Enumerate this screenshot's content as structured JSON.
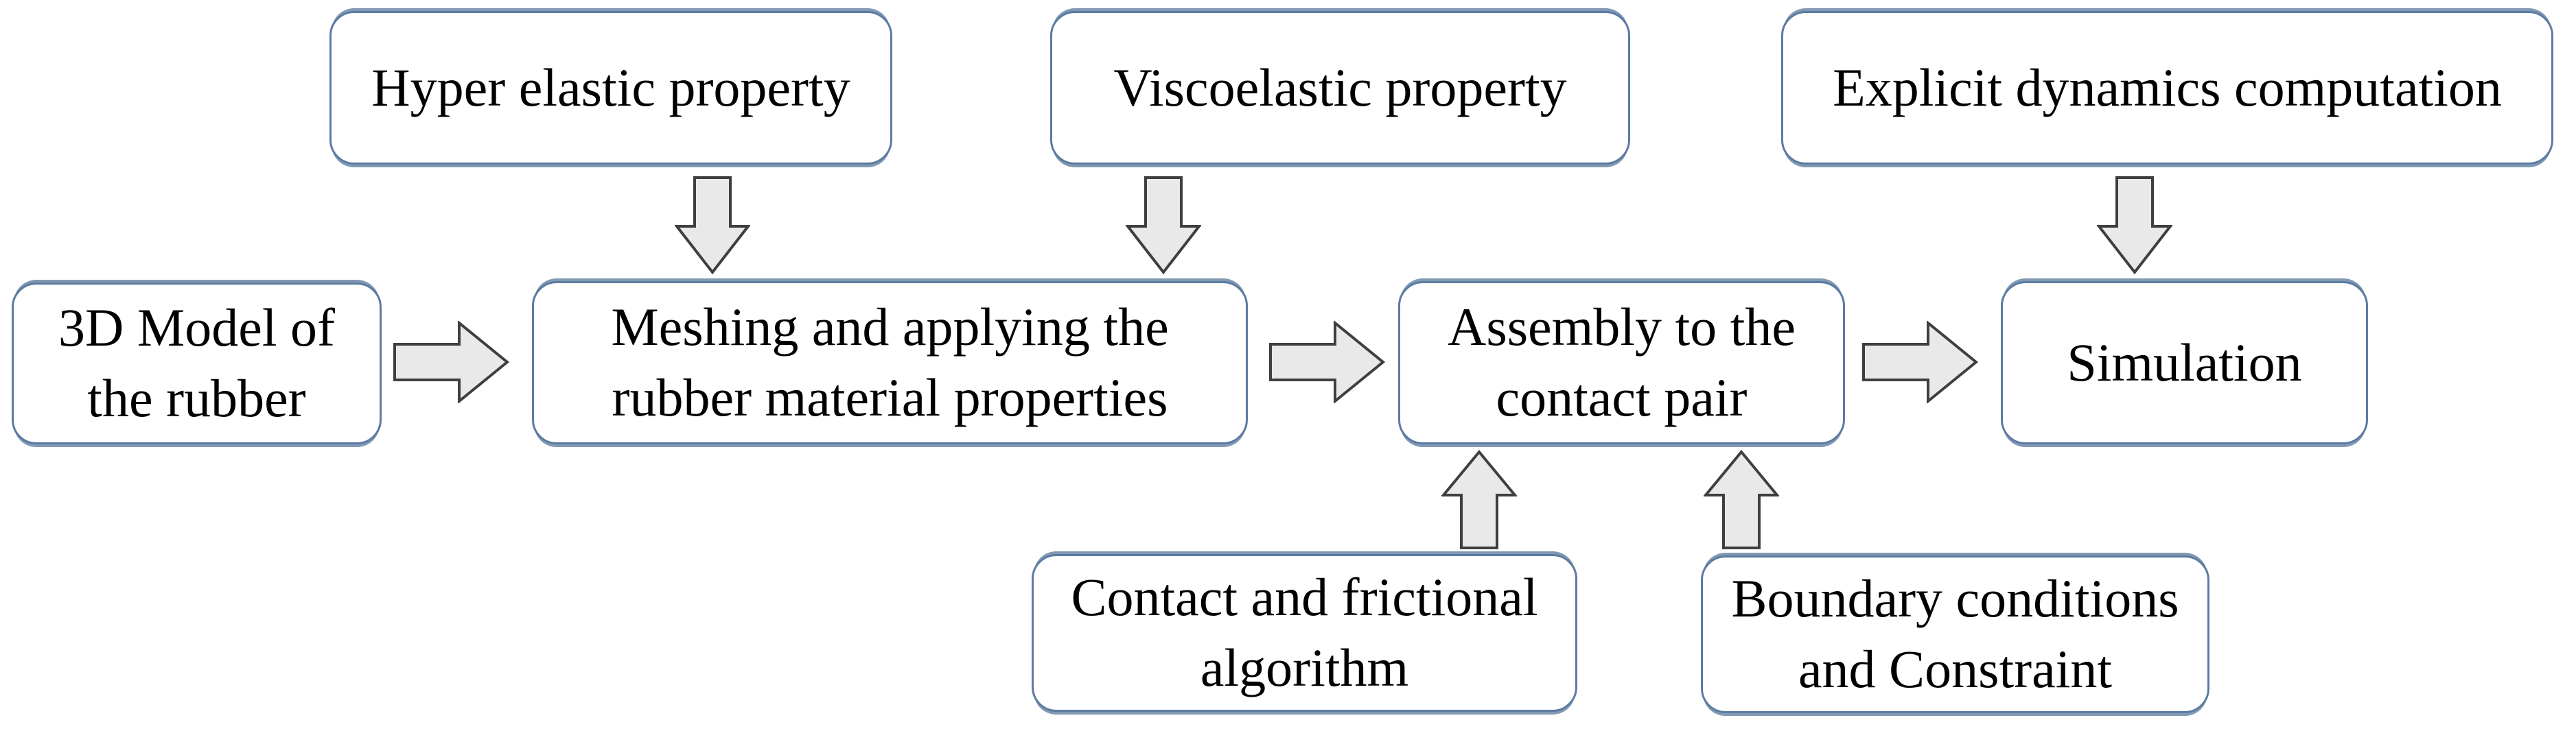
{
  "diagram": {
    "type": "flowchart",
    "title": "",
    "colors": {
      "background": "#ffffff",
      "box_fill": "#ffffff",
      "box_border": "#5b7ba1",
      "box_accent_line": "#8299b3",
      "arrow_fill": "#e9e9e9",
      "arrow_stroke": "#3f3f3f",
      "text": "#000000"
    },
    "nodes": {
      "hyper_elastic": {
        "label": "Hyper elastic property"
      },
      "viscoelastic": {
        "label": "Viscoelastic property"
      },
      "explicit_dynamics": {
        "label": "Explicit dynamics computation"
      },
      "model_3d": {
        "label": "3D Model of\nthe rubber"
      },
      "meshing": {
        "label": "Meshing and applying the\nrubber material properties"
      },
      "assembly": {
        "label": "Assembly to the\ncontact pair"
      },
      "simulation": {
        "label": "Simulation"
      },
      "contact_frictional": {
        "label": "Contact and frictional\nalgorithm"
      },
      "boundary_constraint": {
        "label": "Boundary conditions\nand Constraint"
      }
    },
    "edges": [
      {
        "from": "hyper_elastic",
        "to": "meshing",
        "direction": "down"
      },
      {
        "from": "viscoelastic",
        "to": "meshing",
        "direction": "down"
      },
      {
        "from": "explicit_dynamics",
        "to": "simulation",
        "direction": "down"
      },
      {
        "from": "model_3d",
        "to": "meshing",
        "direction": "right"
      },
      {
        "from": "meshing",
        "to": "assembly",
        "direction": "right"
      },
      {
        "from": "assembly",
        "to": "simulation",
        "direction": "right"
      },
      {
        "from": "contact_frictional",
        "to": "assembly",
        "direction": "up"
      },
      {
        "from": "boundary_constraint",
        "to": "assembly",
        "direction": "up"
      }
    ]
  }
}
